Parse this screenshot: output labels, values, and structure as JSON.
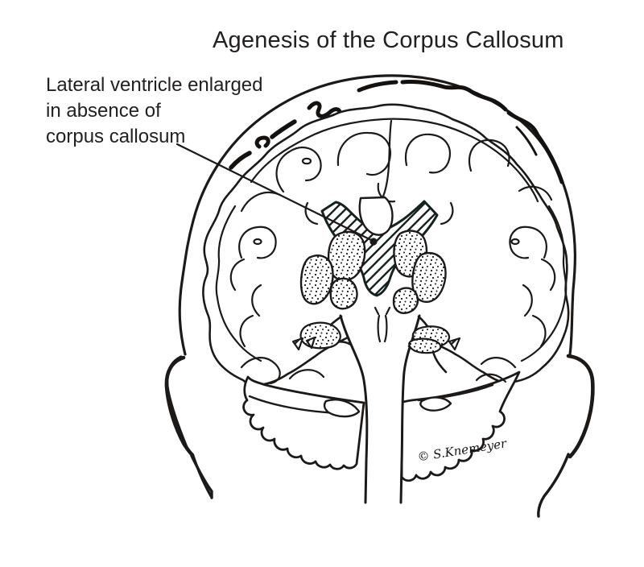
{
  "page": {
    "background_color": "#ffffff",
    "ink_color": "#1c1a19"
  },
  "title": {
    "text": "Agenesis of the Corpus Callosum"
  },
  "annotation": {
    "line1": "Lateral ventricle enlarged",
    "line2": "in absence of",
    "line3": "corpus callosum",
    "points_to": "hatched enlarged lateral ventricle region"
  },
  "signature": {
    "text": "© S.Knemeyer"
  },
  "figure": {
    "description": "line-drawing of a coronal brain section inside a head outline",
    "parts": [
      "head-outline",
      "left-ear",
      "right-ear",
      "hair-strokes",
      "cerebral-cortex-gyri",
      "hatched-enlarged-ventricle",
      "stippled-basal-ganglia",
      "stippled-hippocampi",
      "third-ventricle",
      "cerebellum",
      "brainstem",
      "leader-line",
      "leader-dot"
    ]
  }
}
